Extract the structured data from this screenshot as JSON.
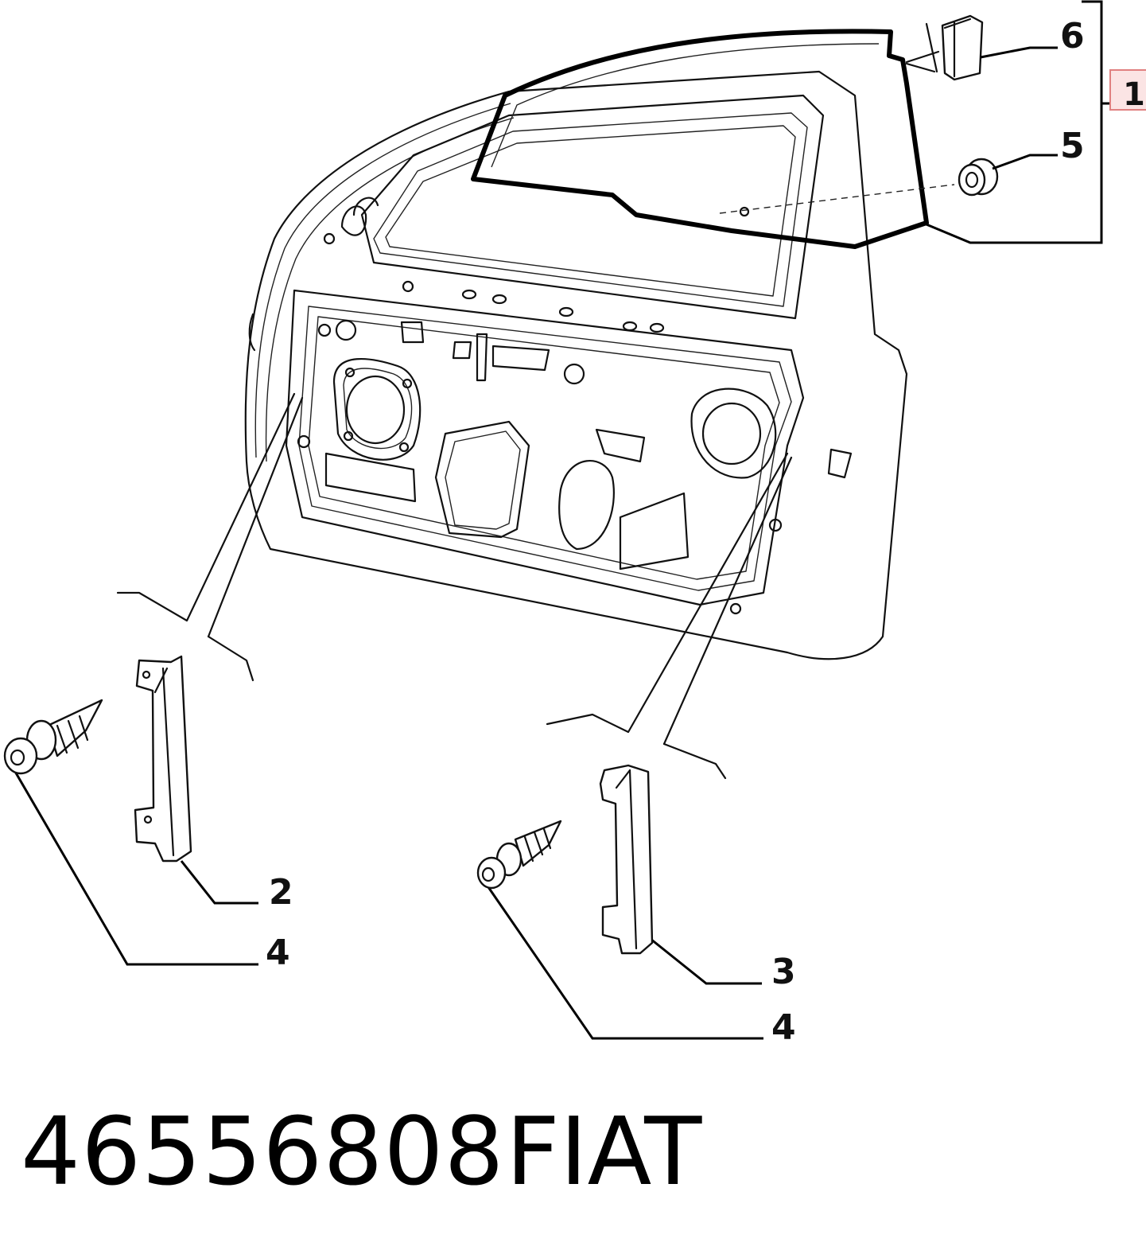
{
  "callouts": {
    "item_1": "1",
    "item_2": "2",
    "item_3": "3",
    "item_4a": "4",
    "item_4b": "4",
    "item_5": "5",
    "item_6": "6"
  },
  "footer": {
    "part_number": "46556808",
    "maker": "FIAT"
  },
  "colors": {
    "line": "#111111",
    "highlight_box": "#e08080",
    "highlight_fill": "#fbe4e4"
  }
}
